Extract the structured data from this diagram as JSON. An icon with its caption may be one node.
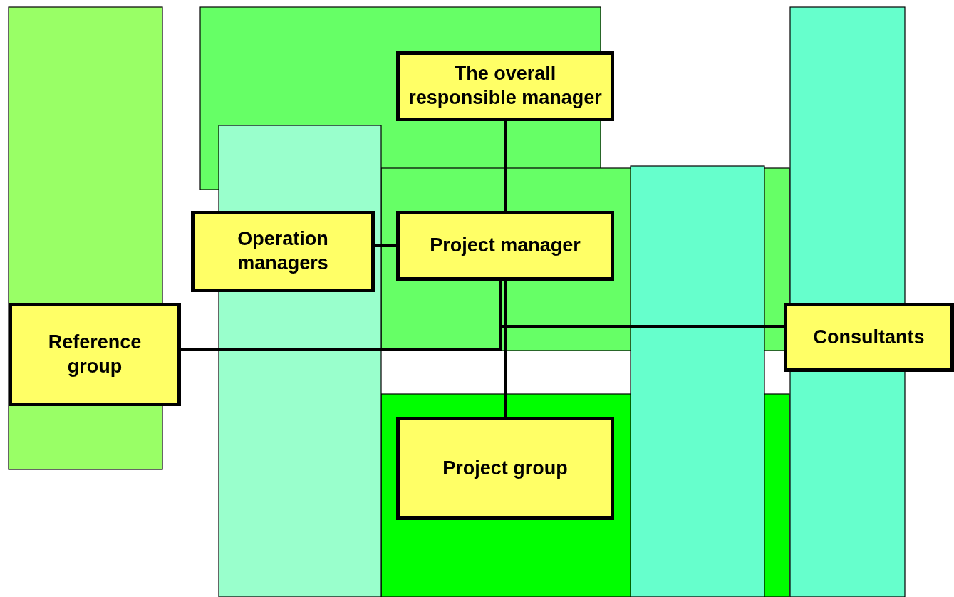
{
  "diagram": {
    "nodes": [
      {
        "text": [
          "The overall responsible manager"
        ]
      },
      {
        "text": [
          "Operation managers"
        ]
      },
      {
        "text": [
          "Project manager"
        ]
      },
      {
        "text": [
          "Reference group"
        ]
      },
      {
        "text": [
          "Consultants"
        ]
      },
      {
        "text": [
          "Project group"
        ]
      }
    ],
    "edges": [
      {
        "from": 0,
        "to": 2,
        "arrow": "none"
      },
      {
        "from": 1,
        "to": 2,
        "arrow": "none"
      },
      {
        "from": 2,
        "to": 5,
        "arrow": "none"
      },
      {
        "from": 2,
        "to": 3,
        "arrow": "none"
      },
      {
        "from": 2,
        "to": 4,
        "arrow": "none"
      }
    ]
  }
}
